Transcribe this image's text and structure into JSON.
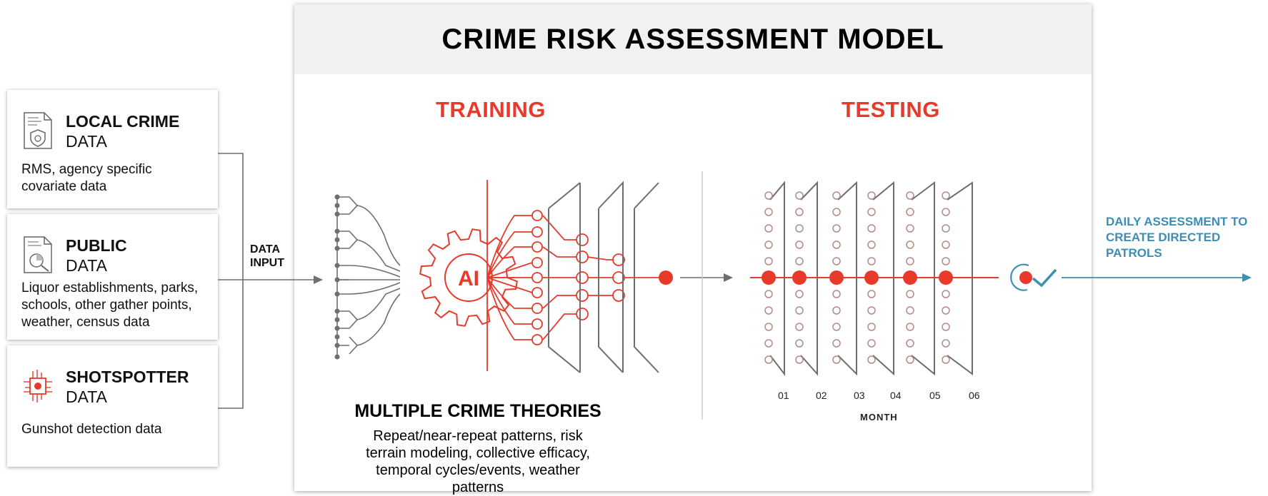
{
  "main": {
    "title": "CRIME RISK ASSESSMENT MODEL",
    "training_label": "TRAINING",
    "testing_label": "TESTING",
    "theories_title": "MULTIPLE CRIME THEORIES",
    "theories_desc": "Repeat/near-repeat patterns, risk terrain modeling, collective efficacy, temporal cycles/events, weather patterns",
    "ai_label": "AI"
  },
  "inputs": [
    {
      "title": "LOCAL CRIME",
      "subtitle": "DATA",
      "desc": "RMS, agency specific covariate data",
      "icon": "document-shield-icon"
    },
    {
      "title": "PUBLIC",
      "subtitle": "DATA",
      "desc": "Liquor establishments, parks, schools, other gather points, weather, census data",
      "icon": "document-chart-search-icon"
    },
    {
      "title": "SHOTSPOTTER",
      "subtitle": "DATA",
      "desc": "Gunshot detection data",
      "icon": "circuit-chip-icon"
    }
  ],
  "data_input_label": "DATA INPUT",
  "testing": {
    "months": [
      "01",
      "02",
      "03",
      "04",
      "05",
      "06"
    ],
    "axis_label": "MONTH"
  },
  "output_label": "DAILY ASSESSMENT TO CREATE DIRECTED PATROLS",
  "colors": {
    "accent": "#e8392b",
    "output": "#3d8eb3",
    "line": "#6e6e6e",
    "node_pale": "#b48a84"
  }
}
